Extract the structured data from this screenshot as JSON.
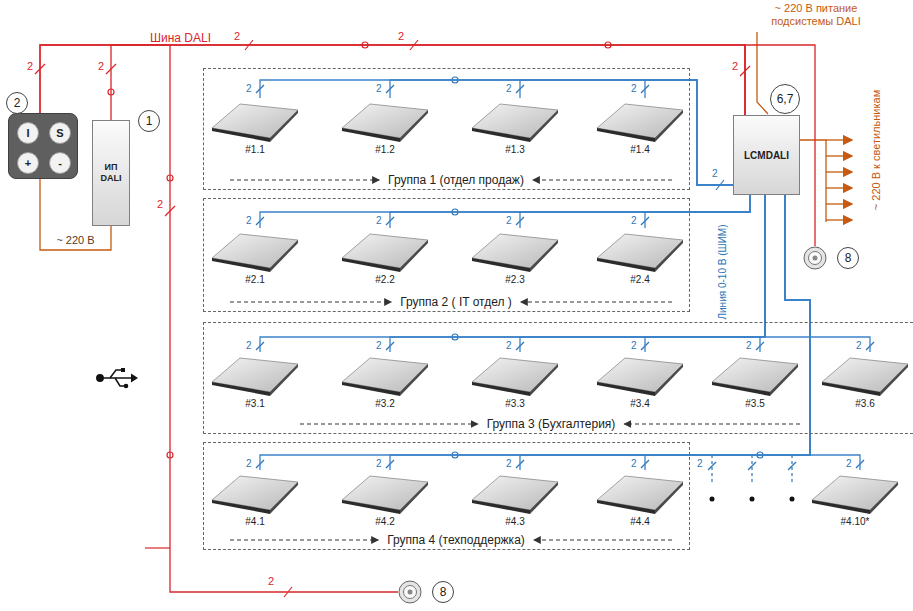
{
  "diagram": {
    "nodes": [
      {
        "text": [
          "I",
          "S",
          "+",
          "-"
        ]
      },
      {
        "text": [
          "ИП DALI"
        ]
      },
      {
        "text": [
          "LCMDALI"
        ]
      },
      {
        "text": [
          "Группа 1 (отдел продаж)"
        ]
      },
      {
        "text": [
          "#1.1"
        ],
        "in": 3
      },
      {
        "text": [
          "#1.2"
        ],
        "in": 3
      },
      {
        "text": [
          "#1.3"
        ],
        "in": 3
      },
      {
        "text": [
          "#1.4"
        ],
        "in": 3
      },
      {
        "text": [
          "Группа 2 ( IT отдел )"
        ]
      },
      {
        "text": [
          "#2.1"
        ],
        "in": 8
      },
      {
        "text": [
          "#2.2"
        ],
        "in": 8
      },
      {
        "text": [
          "#2.3"
        ],
        "in": 8
      },
      {
        "text": [
          "#2.4"
        ],
        "in": 8
      },
      {
        "text": [
          "Группа 3 (Бухгалтерия)"
        ]
      },
      {
        "text": [
          "#3.1"
        ],
        "in": 13
      },
      {
        "text": [
          "#3.2"
        ],
        "in": 13
      },
      {
        "text": [
          "#3.3"
        ],
        "in": 13
      },
      {
        "text": [
          "#3.4"
        ],
        "in": 13
      },
      {
        "text": [
          "#3.5"
        ],
        "in": 13
      },
      {
        "text": [
          "#3.6"
        ],
        "in": 13
      },
      {
        "text": [
          "Группа 4 (техподдержка)"
        ]
      },
      {
        "text": [
          "#4.1"
        ],
        "in": 20
      },
      {
        "text": [
          "#4.2"
        ],
        "in": 20
      },
      {
        "text": [
          "#4.3"
        ],
        "in": 20
      },
      {
        "text": [
          "#4.4"
        ],
        "in": 20
      },
      {
        "text": [
          "#4.10*"
        ]
      },
      {
        "text": [
          "8"
        ]
      },
      {
        "text": [
          "8"
        ]
      }
    ],
    "edges": [
      {
        "from": 0,
        "to": 1,
        "label": "~ 220 В",
        "arrow": "none"
      },
      {
        "from": 0,
        "to": 2,
        "arrow": "none"
      },
      {
        "from": 1,
        "to": 2,
        "arrow": "none"
      },
      {
        "from": 2,
        "to": 26,
        "arrow": "none"
      },
      {
        "from": 0,
        "to": 27,
        "arrow": "none"
      },
      {
        "from": 2,
        "to": 4,
        "arrow": "none"
      },
      {
        "from": 2,
        "to": 5,
        "arrow": "none"
      },
      {
        "from": 2,
        "to": 6,
        "arrow": "none"
      },
      {
        "from": 2,
        "to": 7,
        "arrow": "none"
      },
      {
        "from": 2,
        "to": 9,
        "arrow": "none"
      },
      {
        "from": 2,
        "to": 10,
        "arrow": "none"
      },
      {
        "from": 2,
        "to": 11,
        "arrow": "none"
      },
      {
        "from": 2,
        "to": 12,
        "arrow": "none"
      },
      {
        "from": 2,
        "to": 14,
        "arrow": "none"
      },
      {
        "from": 2,
        "to": 15,
        "arrow": "none"
      },
      {
        "from": 2,
        "to": 16,
        "arrow": "none"
      },
      {
        "from": 2,
        "to": 17,
        "arrow": "none"
      },
      {
        "from": 2,
        "to": 18,
        "arrow": "none"
      },
      {
        "from": 2,
        "to": 19,
        "arrow": "none"
      },
      {
        "from": 2,
        "to": 21,
        "arrow": "none"
      },
      {
        "from": 2,
        "to": 22,
        "arrow": "none"
      },
      {
        "from": 2,
        "to": 23,
        "arrow": "none"
      },
      {
        "from": 2,
        "to": 24,
        "arrow": "none"
      },
      {
        "from": 2,
        "to": 25,
        "arrow": "none"
      }
    ],
    "labels": [
      "Шина DALI",
      "2",
      "1",
      "6,7",
      "~ 220 В питание подсистемы DALI",
      "~ 220 В к светильникам",
      "Линия 0-10 В (ШИМ)",
      "2",
      "2",
      "2",
      "2",
      "2",
      "2",
      "2",
      "2",
      "2",
      "2",
      "2",
      "2",
      "2",
      "2",
      "2",
      "2",
      "2",
      "2",
      "2",
      "2",
      "2",
      "2",
      "2",
      "2",
      "2",
      "2",
      "2",
      "2"
    ]
  }
}
